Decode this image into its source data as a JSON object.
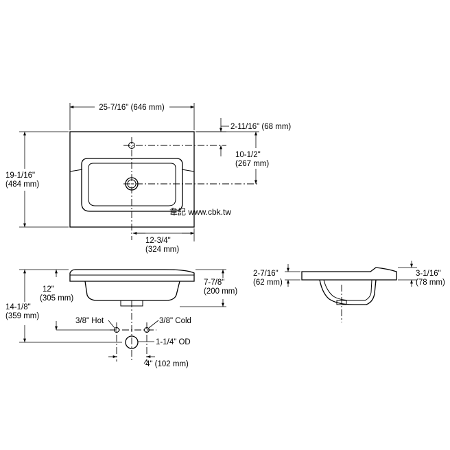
{
  "top_view": {
    "width_label": "25-7/16\" (646 mm)",
    "faucet_offset_label": "2-11/16\" (68 mm)",
    "drain_offset_line1": "10-1/2\"",
    "drain_offset_line2": "(267 mm)",
    "depth_line1": "19-1/16\"",
    "depth_line2": "(484 mm)",
    "drain_from_side_line1": "12-3/4\"",
    "drain_from_side_line2": "(324 mm)",
    "watermark": "韋記 www.cbk.tw"
  },
  "front_view": {
    "rough_in_line1": "12\"",
    "rough_in_line2": "(305 mm)",
    "total_height_line1": "14-1/8\"",
    "total_height_line2": "(359 mm)",
    "bowl_height_line1": "7-7/8\"",
    "bowl_height_line2": "(200 mm)",
    "hot_label": "3/8\" Hot",
    "cold_label": "3/8\" Cold",
    "outlet_label": "1-1/4\" OD",
    "supply_spacing_label": "4\" (102 mm)"
  },
  "side_view": {
    "rim_height_line1": "2-7/16\"",
    "rim_height_line2": "(62 mm)",
    "front_rim_line1": "3-1/16\"",
    "front_rim_line2": "(78 mm)"
  }
}
